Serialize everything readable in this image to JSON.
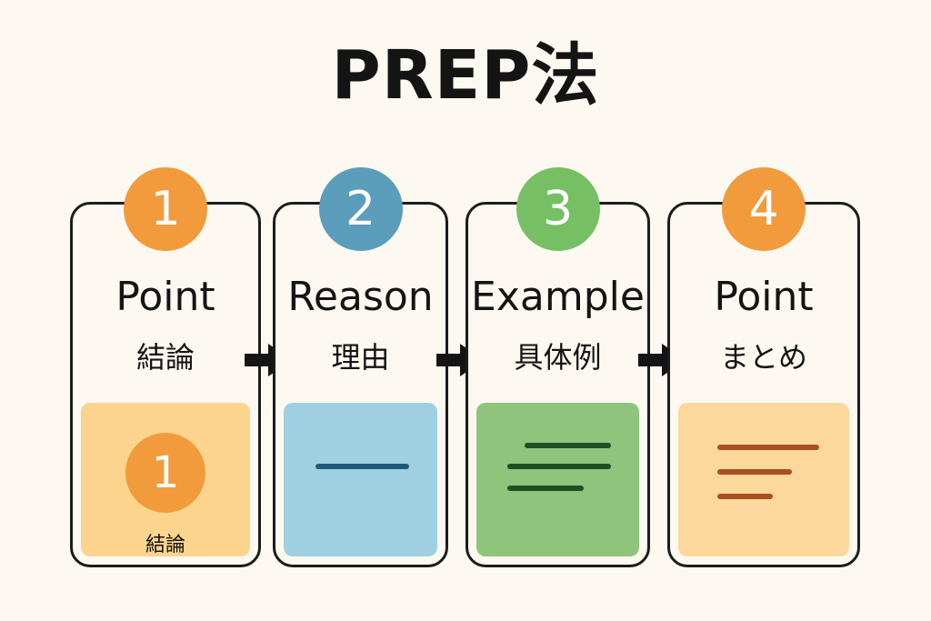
{
  "title": "PREP法",
  "colors": {
    "orange": "#f29b3c",
    "blue": "#5b9dbb",
    "green": "#77bf65",
    "panel_orange": "#fcd48e",
    "panel_blue": "#9fd0e1",
    "panel_green": "#8fc47c",
    "panel_peach": "#fcd89c",
    "line_blue": "#1e5a78",
    "line_green": "#1d4f22",
    "line_brown": "#a9501f"
  },
  "steps": [
    {
      "number": "1",
      "label_en": "Point",
      "label_ja": "結論",
      "panel_number": "1",
      "panel_text": "結論"
    },
    {
      "number": "2",
      "label_en": "Reason",
      "label_ja": "理由"
    },
    {
      "number": "3",
      "label_en": "Example",
      "label_ja": "具体例"
    },
    {
      "number": "4",
      "label_en": "Point",
      "label_ja": "まとめ"
    }
  ],
  "icons": [
    "arrow-right-icon",
    "text-lines-icon"
  ]
}
